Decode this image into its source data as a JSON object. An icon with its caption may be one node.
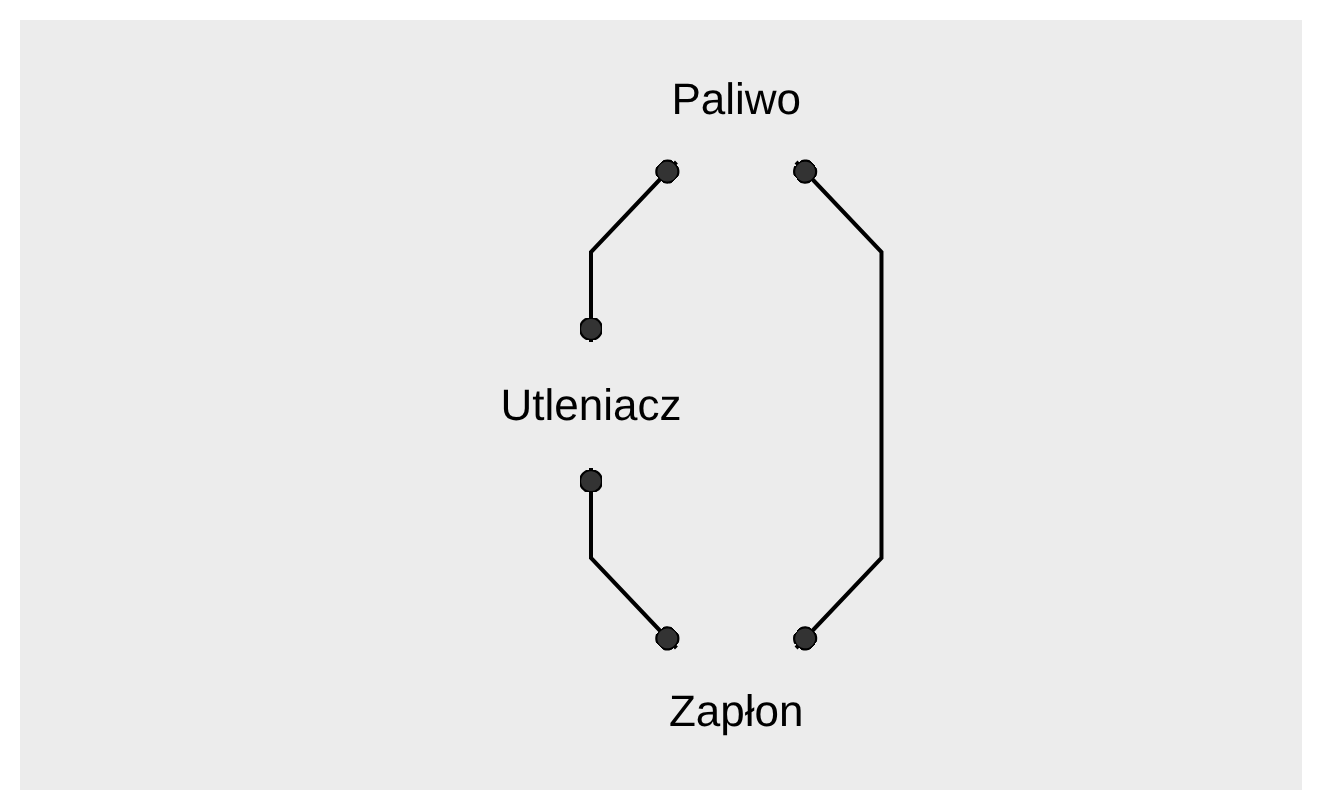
{
  "diagram": {
    "nodes": [
      {
        "text": [
          "Paliwo"
        ]
      },
      {
        "text": [
          "Utleniacz"
        ]
      },
      {
        "text": [
          "Zapłon"
        ]
      }
    ],
    "edges": [
      {
        "from": 0,
        "to": 1,
        "arrow": "other"
      },
      {
        "from": 1,
        "to": 2,
        "arrow": "other"
      },
      {
        "from": 0,
        "to": 2,
        "arrow": "other"
      }
    ]
  }
}
